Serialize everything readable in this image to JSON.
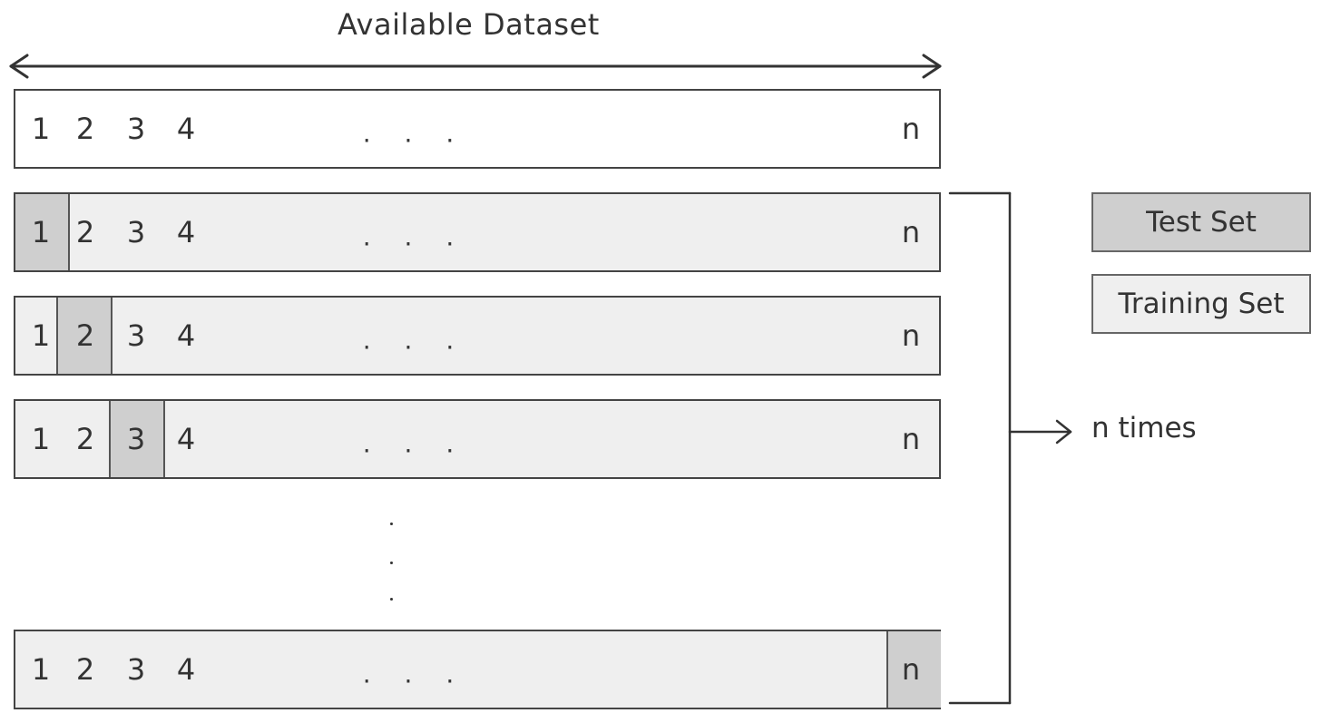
{
  "title": "Available Dataset",
  "labels": {
    "one": "1",
    "two": "2",
    "three": "3",
    "four": "4",
    "ellipsis": ". . .",
    "n": "n"
  },
  "legend": {
    "test": "Test Set",
    "training": "Training Set"
  },
  "repeat_label": "n times",
  "colors": {
    "test": "#cfcfcf",
    "training": "#efefef",
    "full_dataset": "#ffffff",
    "stroke": "#444444"
  }
}
